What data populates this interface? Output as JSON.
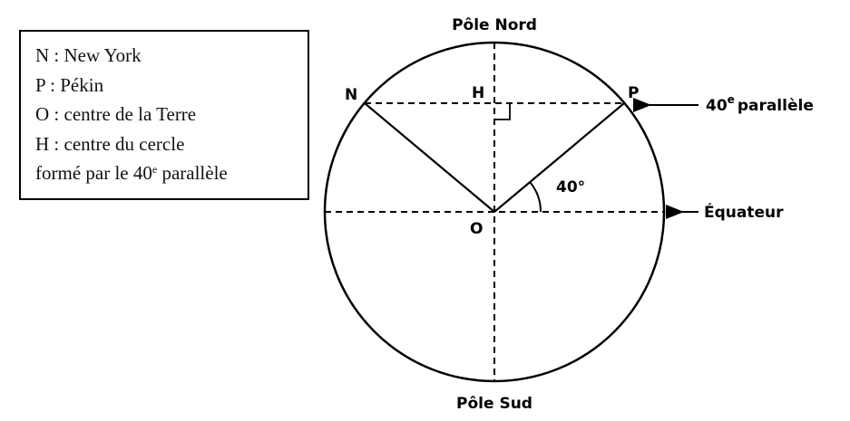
{
  "legend": {
    "n": "N :  New York",
    "p": "P :  Pékin",
    "o": "O :  centre de la Terre",
    "h": "H :  centre du cercle",
    "h2_pre": "formé  par le 40",
    "h2_sup": "e",
    "h2_post": " parallèle"
  },
  "labels": {
    "north_pole": "Pôle Nord",
    "south_pole": "Pôle Sud",
    "n": "N",
    "p": "P",
    "h": "H",
    "o": "O",
    "angle": "40°",
    "parallel_pre": "40",
    "parallel_sup": "e",
    "parallel_post": "parallèle",
    "equator": "Équateur"
  }
}
